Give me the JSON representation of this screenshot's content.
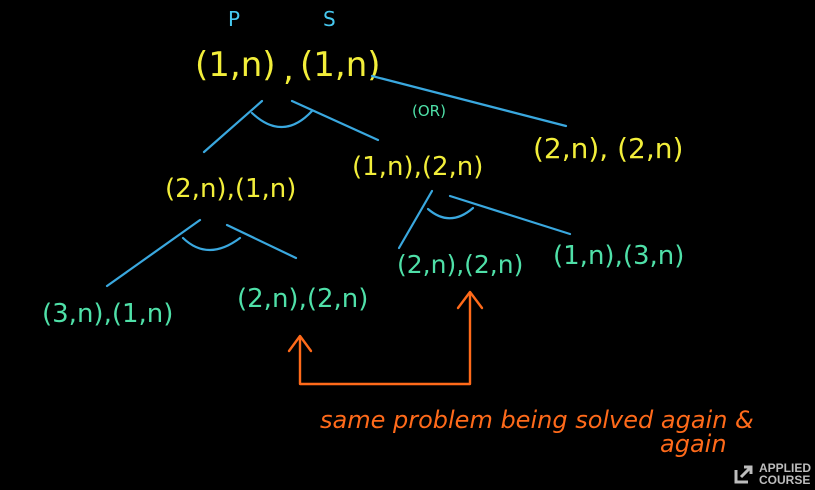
{
  "root": {
    "p_label": "P",
    "s_label": "S",
    "left": "(1,n)",
    "comma": ",",
    "right": "(1,n)"
  },
  "or_label": "(OR)",
  "level1": {
    "left_node": "(2,n),(1,n)",
    "middle_node": "(1,n),(2,n)",
    "right_node": "(2,n), (2,n)"
  },
  "level2": {
    "node_a": "(3,n),(1,n)",
    "node_b": "(2,n),(2,n)",
    "node_c": "(2,n),(2,n)",
    "node_d": "(1,n),(3,n)"
  },
  "annotation": {
    "line1": "same problem being solved again &",
    "line2": "again"
  },
  "brand": {
    "line1": "APPLIED",
    "line2": "COURSE"
  },
  "colors": {
    "background": "#000000",
    "root_text": "#f2ee3a",
    "labels": "#47c9f0",
    "leaf_text": "#4fe0a8",
    "edges": "#3aa8df",
    "annotation": "#ff6a1a"
  }
}
